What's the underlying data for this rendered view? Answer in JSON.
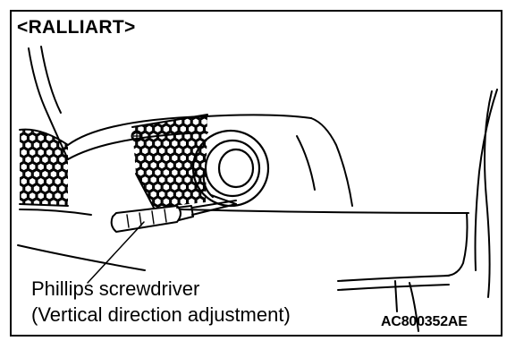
{
  "heading": "<RALLIART>",
  "callout": {
    "line1": "Phillips screwdriver",
    "line2": "(Vertical direction adjustment)"
  },
  "figure_code": "AC800352AE",
  "colors": {
    "ink": "#000000",
    "paper": "#ffffff"
  }
}
